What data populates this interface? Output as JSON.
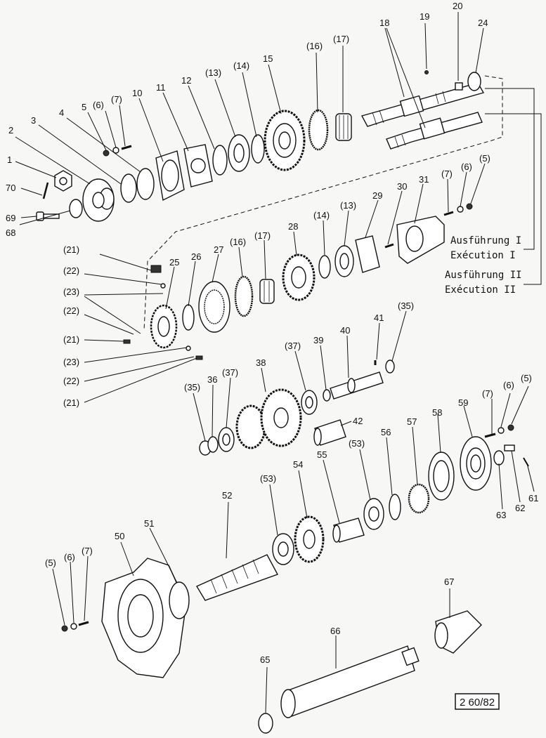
{
  "drawing_id": "2 60/82",
  "annotations": {
    "ausfuehrung_1": "Ausführung I",
    "execution_1": "Exécution  I",
    "ausfuehrung_2": "Ausführung II",
    "execution_2": "Exécution  II"
  },
  "callouts": [
    "1",
    "2",
    "3",
    "4",
    "5",
    "(6)",
    "(7)",
    "10",
    "11",
    "12",
    "(13)",
    "(14)",
    "15",
    "(16)",
    "(17)",
    "18",
    "19",
    "20",
    "24",
    "70",
    "69",
    "68",
    "(21)",
    "(22)",
    "(23)",
    "25",
    "26",
    "27",
    "28",
    "29",
    "30",
    "31",
    "(5)",
    "(6)",
    "(7)",
    "(35)",
    "36",
    "(37)",
    "38",
    "39",
    "40",
    "41",
    "42",
    "(53)",
    "52",
    "54",
    "55",
    "56",
    "57",
    "58",
    "59",
    "61",
    "62",
    "63",
    "50",
    "51",
    "65",
    "66",
    "67"
  ]
}
